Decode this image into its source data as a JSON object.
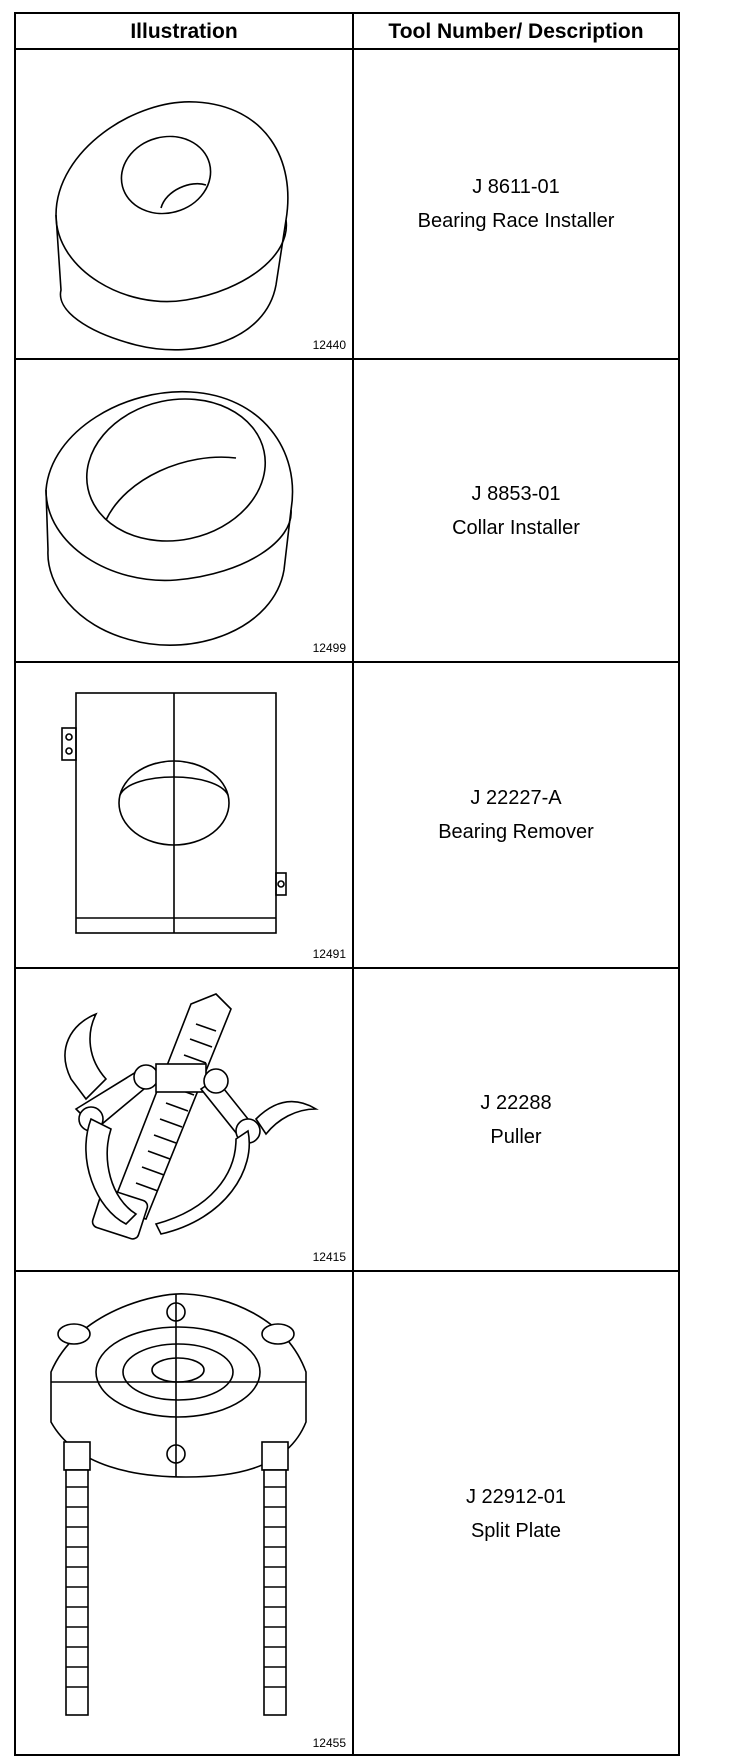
{
  "header": {
    "illustration_label": "Illustration",
    "description_label": "Tool Number/ Description"
  },
  "tools": [
    {
      "number": "J 8611-01",
      "description": "Bearing Race Installer",
      "figure": "12440",
      "icon": "bearing-race-installer-icon"
    },
    {
      "number": "J 8853-01",
      "description": "Collar Installer",
      "figure": "12499",
      "icon": "collar-installer-icon"
    },
    {
      "number": "J 22227-A",
      "description": "Bearing Remover",
      "figure": "12491",
      "icon": "bearing-remover-icon"
    },
    {
      "number": "J 22288",
      "description": "Puller",
      "figure": "12415",
      "icon": "puller-icon"
    },
    {
      "number": "J 22912-01",
      "description": "Split Plate",
      "figure": "12455",
      "icon": "split-plate-icon"
    }
  ]
}
